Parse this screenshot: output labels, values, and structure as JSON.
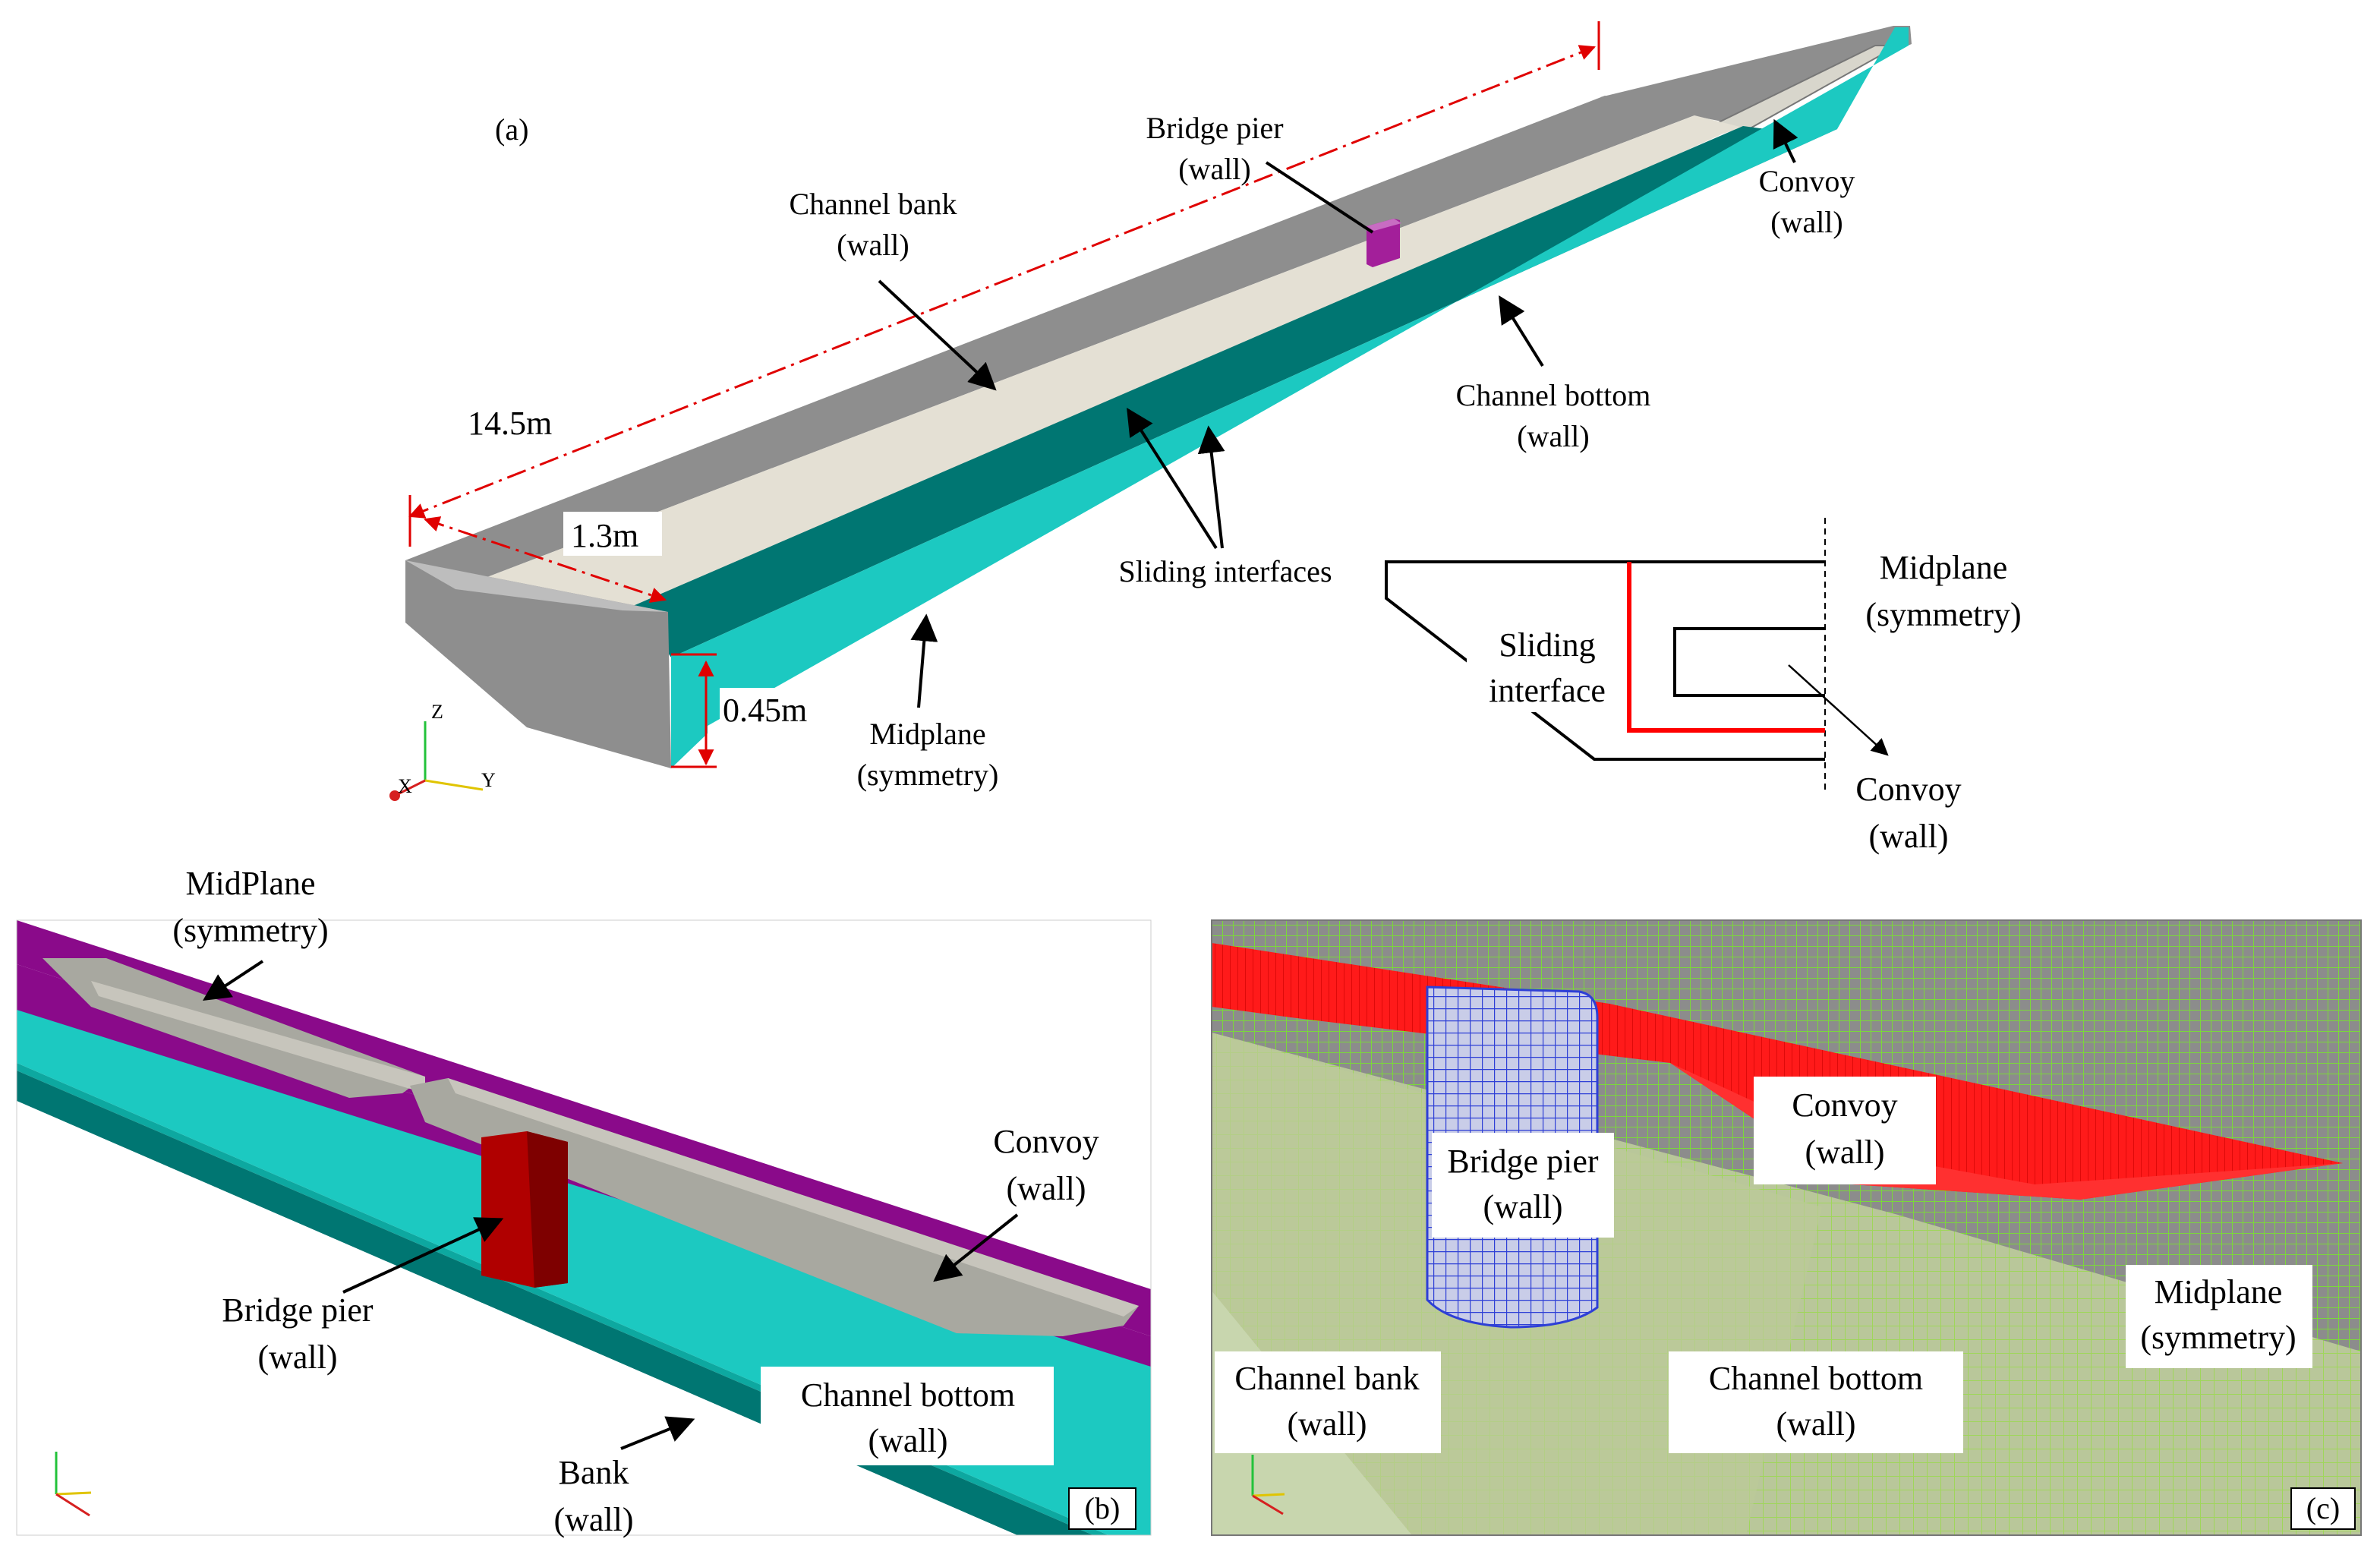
{
  "panel_a": {
    "tag": "(a)",
    "dim_length": "14.5m",
    "dim_width": "1.3m",
    "dim_depth": "0.45m",
    "bridge_pier": [
      "Bridge pier",
      "(wall)"
    ],
    "channel_bank": [
      "Channel bank",
      "(wall)"
    ],
    "convoy": [
      "Convoy",
      "(wall)"
    ],
    "channel_bottom": [
      "Channel bottom",
      "(wall)"
    ],
    "sliding_interfaces": "Sliding interfaces",
    "midplane": [
      "Midplane",
      "(symmetry)"
    ],
    "axes": {
      "z": "Z",
      "x": "X",
      "y": "Y"
    },
    "inset": {
      "midplane": [
        "Midplane",
        "(symmetry)"
      ],
      "sliding_interface": [
        "Sliding",
        "interface"
      ],
      "convoy": [
        "Convoy",
        "(wall)"
      ]
    }
  },
  "panel_b": {
    "tag": "(b)",
    "midplane": [
      "MidPlane",
      "(symmetry)"
    ],
    "convoy": [
      "Convoy",
      "(wall)"
    ],
    "bridge_pier": [
      "Bridge pier",
      "(wall)"
    ],
    "channel_bottom": [
      "Channel bottom",
      "(wall)"
    ],
    "bank": [
      "Bank",
      "(wall)"
    ]
  },
  "panel_c": {
    "tag": "(c)",
    "convoy": [
      "Convoy",
      "(wall)"
    ],
    "bridge_pier": [
      "Bridge pier",
      "(wall)"
    ],
    "midplane": [
      "Midplane",
      "(symmetry)"
    ],
    "channel_bank": [
      "Channel bank",
      "(wall)"
    ],
    "channel_bottom": [
      "Channel bottom",
      "(wall)"
    ]
  },
  "colors": {
    "bank_gray": "#8e8e8e",
    "bottom_beige": "#e4e0d4",
    "teal_dark": "#007672",
    "teal_light": "#1cc9c1",
    "pier_magenta": "#a31f9a",
    "midplane_purple": "#8a0a8a",
    "pier_red": "#b00000",
    "convoy_red": "#ff1a1a",
    "mesh_green": "#8fe04a",
    "mesh_blue": "#2e3fd6",
    "dim_red": "#e00000"
  }
}
